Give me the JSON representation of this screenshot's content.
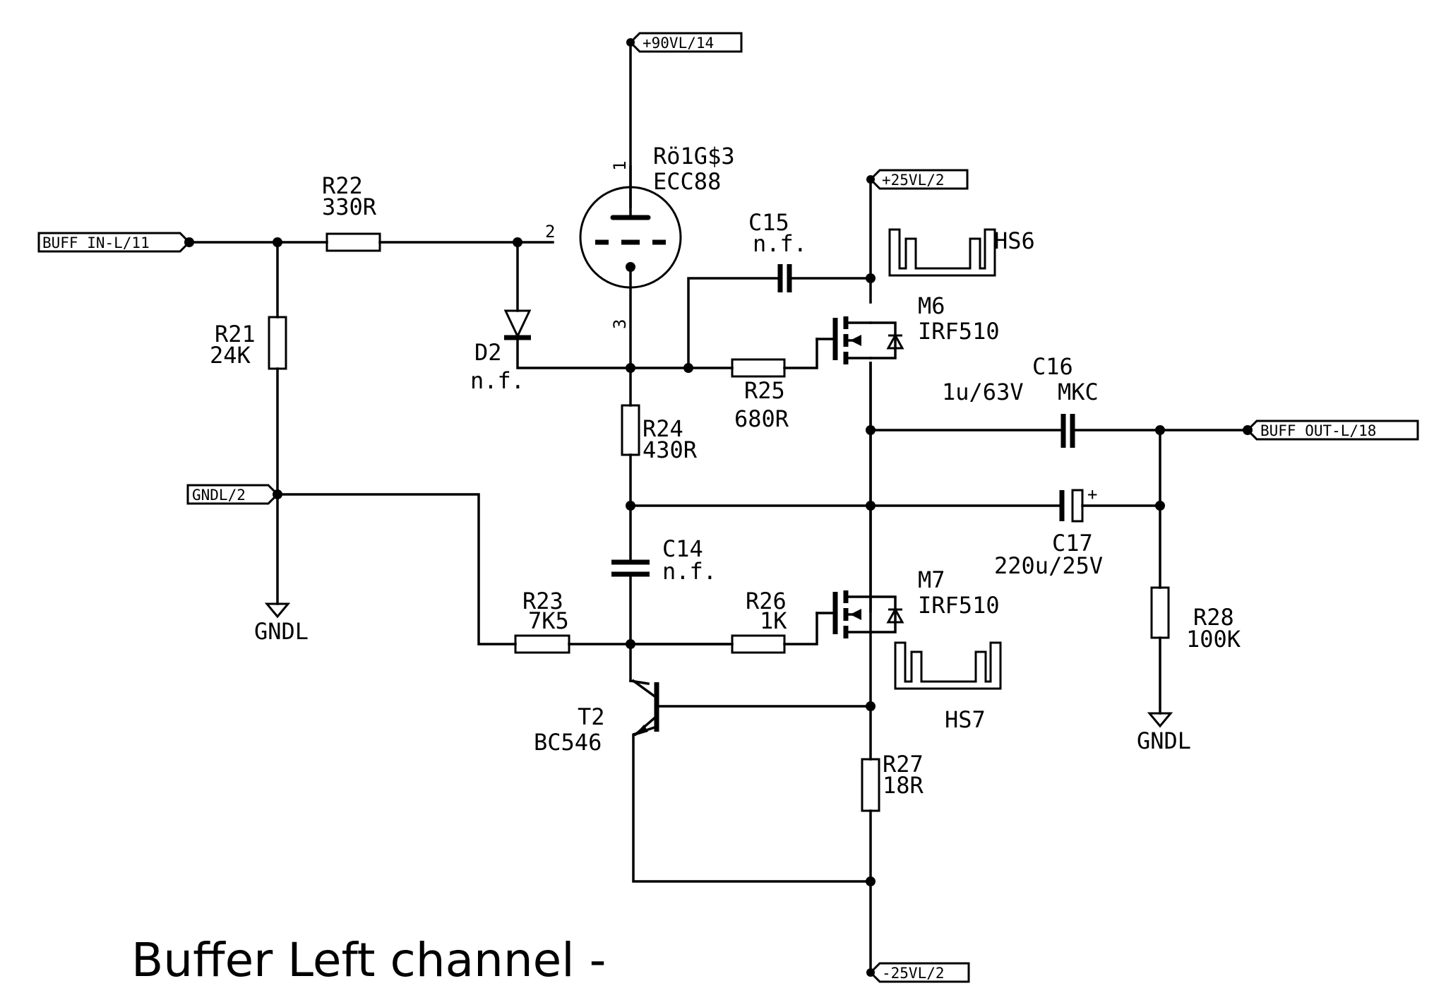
{
  "title": "Buffer Left channel -",
  "ports": {
    "buff_in": "BUFF_IN-L/11",
    "buff_out": "BUFF_OUT-L/18",
    "gndl": "GNDL/2",
    "v90": "+90VL/14",
    "v25p": "+25VL/2",
    "v25n": "-25VL/2"
  },
  "grounds": [
    "GNDL",
    "GNDL"
  ],
  "components": {
    "r21": {
      "ref": "R21",
      "value": "24K"
    },
    "r22": {
      "ref": "R22",
      "value": "330R"
    },
    "r23": {
      "ref": "R23",
      "value": "7K5"
    },
    "r24": {
      "ref": "R24",
      "value": "430R"
    },
    "r25": {
      "ref": "R25",
      "value": "680R"
    },
    "r26": {
      "ref": "R26",
      "value": "1K"
    },
    "r27": {
      "ref": "R27",
      "value": "18R"
    },
    "r28": {
      "ref": "R28",
      "value": "100K"
    },
    "c14": {
      "ref": "C14",
      "value": "n.f."
    },
    "c15": {
      "ref": "C15",
      "value": "n.f."
    },
    "c16": {
      "ref": "C16",
      "value": "1u/63V",
      "type": "MKC"
    },
    "c17": {
      "ref": "C17",
      "value": "220u/25V",
      "plus": "+"
    },
    "d2": {
      "ref": "D2",
      "value": "n.f."
    },
    "tube": {
      "ref": "Rö1G$3",
      "value": "ECC88",
      "pins": [
        "1",
        "2",
        "3"
      ]
    },
    "m6": {
      "ref": "M6",
      "value": "IRF510"
    },
    "m7": {
      "ref": "M7",
      "value": "IRF510"
    },
    "t2": {
      "ref": "T2",
      "value": "BC546"
    },
    "hs6": {
      "ref": "HS6"
    },
    "hs7": {
      "ref": "HS7"
    }
  }
}
